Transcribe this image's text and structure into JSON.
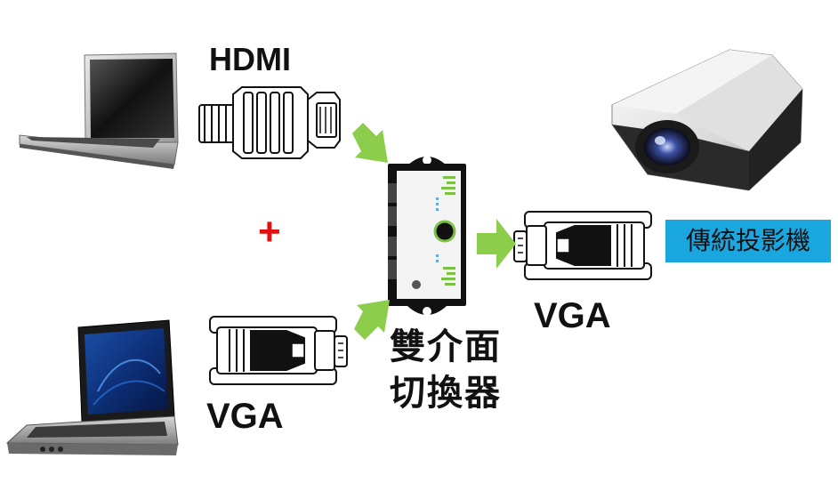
{
  "labels": {
    "hdmi": "HDMI",
    "vga_left": "VGA",
    "vga_right": "VGA",
    "plus": "+",
    "switch_line1": "雙介面",
    "switch_line2": "切換器",
    "projector": "傳統投影機"
  },
  "colors": {
    "arrow": "#8dcd4c",
    "plus": "#e41010",
    "projector_label_bg": "#1aa6df"
  },
  "icons": [
    "laptop-silver-icon",
    "laptop-black-icon",
    "hdmi-connector-icon",
    "vga-connector-icon",
    "switch-box-icon",
    "projector-icon"
  ]
}
